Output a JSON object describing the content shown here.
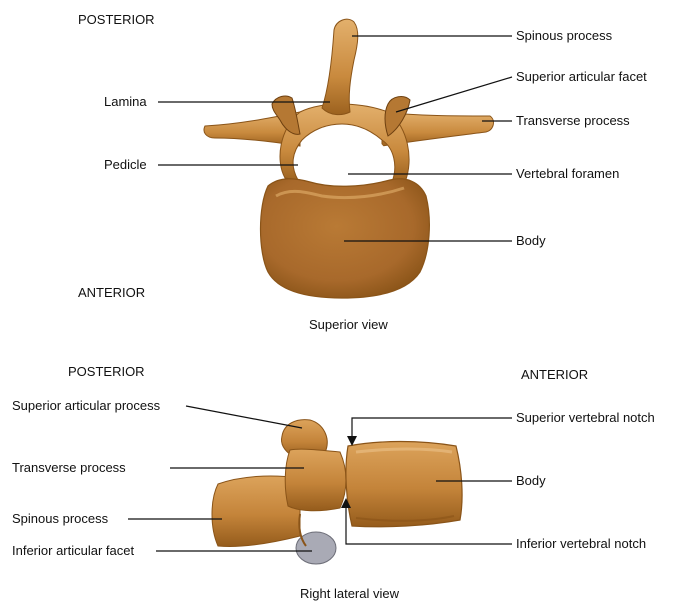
{
  "superior_view": {
    "orientation_top": "POSTERIOR",
    "orientation_bottom": "ANTERIOR",
    "caption": "Superior view",
    "labels": {
      "spinous_process": "Spinous process",
      "superior_articular_facet": "Superior articular facet",
      "lamina": "Lamina",
      "transverse_process": "Transverse process",
      "pedicle": "Pedicle",
      "vertebral_foramen": "Vertebral foramen",
      "body": "Body"
    }
  },
  "lateral_view": {
    "orientation_left": "POSTERIOR",
    "orientation_right": "ANTERIOR",
    "caption": "Right lateral view",
    "labels": {
      "superior_articular_process": "Superior articular process",
      "superior_vertebral_notch": "Superior vertebral notch",
      "transverse_process": "Transverse process",
      "body": "Body",
      "spinous_process": "Spinous process",
      "inferior_vertebral_notch": "Inferior vertebral notch",
      "inferior_articular_facet": "Inferior articular facet"
    }
  },
  "colors": {
    "bone": "#c98a3e",
    "bone_dark": "#8a5418",
    "bone_light": "#e0ad68",
    "facet": "#a9aab5",
    "line": "#111111"
  }
}
